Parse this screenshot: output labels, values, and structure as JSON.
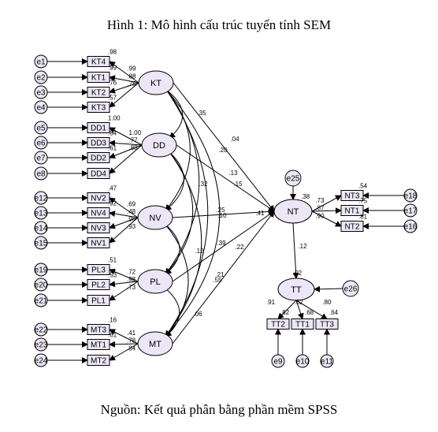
{
  "title": "Hình 1: Mô hình cấu trúc tuyến tính SEM",
  "source": "Nguồn: Kết quả phân bằng phần mềm SPSS",
  "colors": {
    "fill": "#ece6f6",
    "stroke": "#000000",
    "highlight": "#e03030"
  },
  "latent": [
    {
      "id": "KT",
      "label": "KT"
    },
    {
      "id": "DD",
      "label": "DD"
    },
    {
      "id": "NV",
      "label": "NV"
    },
    {
      "id": "PL",
      "label": "PL"
    },
    {
      "id": "MT",
      "label": "MT"
    },
    {
      "id": "NT",
      "label": "NT"
    },
    {
      "id": "TT",
      "label": "TT"
    }
  ],
  "indicators": [
    {
      "id": "KT4",
      "label": "KT4",
      "latent": "KT",
      "error": "e1",
      "loading": ".99",
      "r2": ".98"
    },
    {
      "id": "KT1",
      "label": "KT1",
      "latent": "KT",
      "error": "e2",
      "loading": ".88",
      "r2": ".99"
    },
    {
      "id": "KT2",
      "label": "KT2",
      "latent": "KT",
      "error": "e3",
      "loading": ".75",
      "r2": ".76"
    },
    {
      "id": "KT3",
      "label": "KT3",
      "latent": "KT",
      "error": "e4",
      "loading": "",
      "r2": ".57"
    },
    {
      "id": "DD1",
      "label": "DD1",
      "latent": "DD",
      "error": "e5",
      "loading": "1.00",
      "r2": "1.00"
    },
    {
      "id": "DD3",
      "label": "DD3",
      "latent": "DD",
      "error": "e6",
      "loading": ".77",
      "r2": ".84"
    },
    {
      "id": "DD2",
      "label": "DD2",
      "latent": "DD",
      "error": "e7",
      "loading": ".88",
      "r2": ".61"
    },
    {
      "id": "DD4",
      "label": "DD4",
      "latent": "DD",
      "error": "e8",
      "loading": "",
      "r2": ""
    },
    {
      "id": "NV2",
      "label": "NV2",
      "latent": "NV",
      "error": "e12",
      "loading": ".69",
      "r2": ".47"
    },
    {
      "id": "NV4",
      "label": "NV4",
      "latent": "NV",
      "error": "e13",
      "loading": ".48",
      "r2": ".92"
    },
    {
      "id": "NV3",
      "label": "NV3",
      "latent": "NV",
      "error": "e14",
      "loading": ".96",
      "r2": ""
    },
    {
      "id": "NV1",
      "label": "NV1",
      "latent": "NV",
      "error": "e15",
      "loading": ".93",
      "r2": ""
    },
    {
      "id": "PL3",
      "label": "PL3",
      "latent": "PL",
      "error": "e19",
      "loading": ".72",
      "r2": ".51"
    },
    {
      "id": "PL2",
      "label": "PL2",
      "latent": "PL",
      "error": "e20",
      "loading": ".98",
      "r2": ".53"
    },
    {
      "id": "PL1",
      "label": "PL1",
      "latent": "PL",
      "error": "e21",
      "loading": ".73",
      "r2": ""
    },
    {
      "id": "MT3",
      "label": "MT3",
      "latent": "MT",
      "error": "e22",
      "loading": ".41",
      "r2": ".16"
    },
    {
      "id": "MT1",
      "label": "MT1",
      "latent": "MT",
      "error": "e23",
      "loading": ".78",
      "r2": ".61"
    },
    {
      "id": "MT2",
      "label": "MT2",
      "latent": "MT",
      "error": "e24",
      "loading": ".84",
      "r2": ""
    },
    {
      "id": "NT3",
      "label": "NT3",
      "latent": "NT",
      "error": "e18",
      "loading": ".73",
      "r2": ".54"
    },
    {
      "id": "NT1",
      "label": "NT1",
      "latent": "NT",
      "error": "e17",
      "loading": ".87",
      "r2": ".75"
    },
    {
      "id": "NT2",
      "label": "NT2",
      "latent": "NT",
      "error": "e16",
      "loading": ".90",
      "r2": ".81"
    },
    {
      "id": "TT2",
      "label": "TT2",
      "latent": "TT",
      "error": "e9",
      "loading": ".91",
      "r2": ".82"
    },
    {
      "id": "TT1",
      "label": "TT1",
      "latent": "TT",
      "error": "e10",
      "loading": ".82",
      "r2": ".68"
    },
    {
      "id": "TT3",
      "label": "TT3",
      "latent": "TT",
      "error": "e11",
      "loading": ".80",
      "r2": ".64"
    }
  ],
  "structural_errors": [
    {
      "id": "e25",
      "label": "e25",
      "target": "NT"
    },
    {
      "id": "e26",
      "label": "e26",
      "target": "TT"
    }
  ],
  "r2_latent": [
    {
      "id": "NT",
      "value": ".38"
    },
    {
      "id": "TT",
      "value": ".02"
    }
  ],
  "paths": [
    {
      "from": "KT",
      "to": "NT",
      "value": ".15"
    },
    {
      "from": "DD",
      "to": "NT",
      "value": ".10"
    },
    {
      "from": "NV",
      "to": "NT",
      "value": ".41"
    },
    {
      "from": "PL",
      "to": "NT",
      "value": ".22"
    },
    {
      "from": "MT",
      "to": "NT",
      "value": ""
    },
    {
      "from": "NT",
      "to": "TT",
      "value": ".12"
    }
  ],
  "covariances": [
    {
      "a": "KT",
      "b": "DD",
      "value": ".35"
    },
    {
      "a": "KT",
      "b": "NV",
      "value": ".20"
    },
    {
      "a": "KT",
      "b": "PL",
      "value": ".13"
    },
    {
      "a": "KT",
      "b": "MT",
      "value": ".04"
    },
    {
      "a": "DD",
      "b": "NV",
      "value": ".32"
    },
    {
      "a": "DD",
      "b": "PL",
      "value": ".25"
    },
    {
      "a": "DD",
      "b": "MT",
      "value": ".39"
    },
    {
      "a": "NV",
      "b": "PL",
      "value": ".12"
    },
    {
      "a": "NV",
      "b": "MT",
      "value": ".21"
    },
    {
      "a": "PL",
      "b": "MT",
      "value": ".06"
    },
    {
      "a": "KT",
      "b": "MT",
      "value": ".55"
    }
  ]
}
